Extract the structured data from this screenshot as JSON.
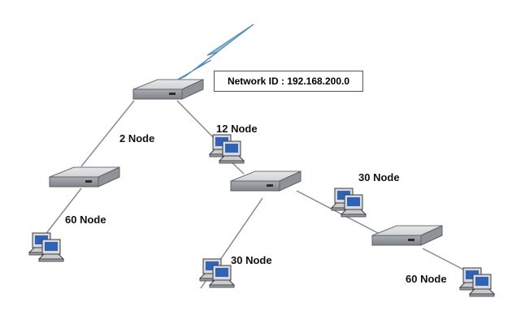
{
  "network_box": {
    "label": "Network ID : 192.168.200.0"
  },
  "labels": {
    "top_left": "2 Node",
    "top_right": "12 Node",
    "left_pcs": "60 Node",
    "mid_right": "30 Node",
    "mid_bottom": "30 Node",
    "bottom_right": "60 Node"
  },
  "colors": {
    "router_body": "#b9bcc0",
    "router_top": "#d6d8da",
    "lightning": "#7fb2d6",
    "pc_screen": "#2f63b8",
    "link": "#8a8a8a"
  },
  "icons": [
    "router-icon",
    "lightning-icon",
    "computer-group-icon"
  ]
}
